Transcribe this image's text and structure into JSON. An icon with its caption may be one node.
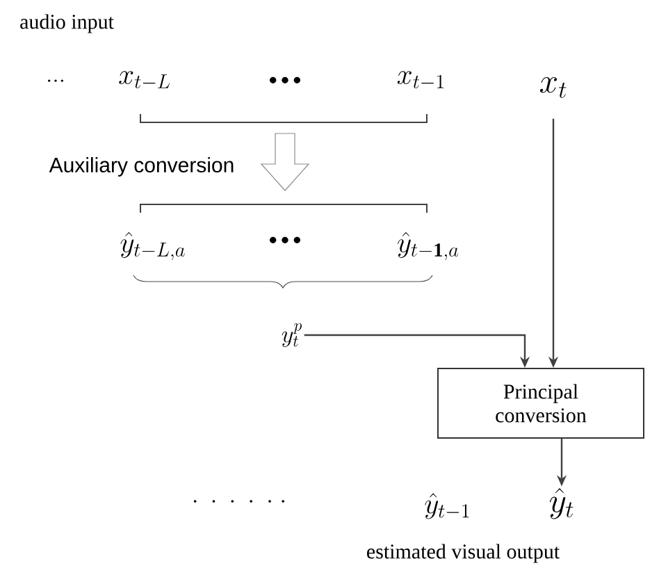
{
  "diagram": {
    "nodes": [
      {
        "text": [
          "x_t"
        ]
      },
      {
        "text": [
          "y_t^p"
        ]
      },
      {
        "text": [
          "Principal conversion"
        ]
      },
      {
        "text": [
          "\\hat{y}_t"
        ]
      }
    ],
    "edges": [
      {
        "from": 0,
        "to": 2,
        "arrow": "to"
      },
      {
        "from": 1,
        "to": 2,
        "arrow": "to"
      },
      {
        "from": 2,
        "to": 3,
        "arrow": "to"
      }
    ],
    "labels": [
      "audio input",
      "· · ·",
      "x_{t-L}",
      "\\bullet\\bullet\\bullet",
      "x_{t-1}",
      "Auxiliary conversion",
      "\\hat{y}_{t-L,a}",
      "\\bullet\\bullet\\bullet",
      "\\hat{y}_{t-\\mathbf{1},a}",
      "\\cdot\\;\\cdot\\;\\cdot\\;\\cdot\\;\\cdot\\;\\cdot",
      "\\hat{y}_{t-1}",
      "estimated visual output"
    ]
  }
}
